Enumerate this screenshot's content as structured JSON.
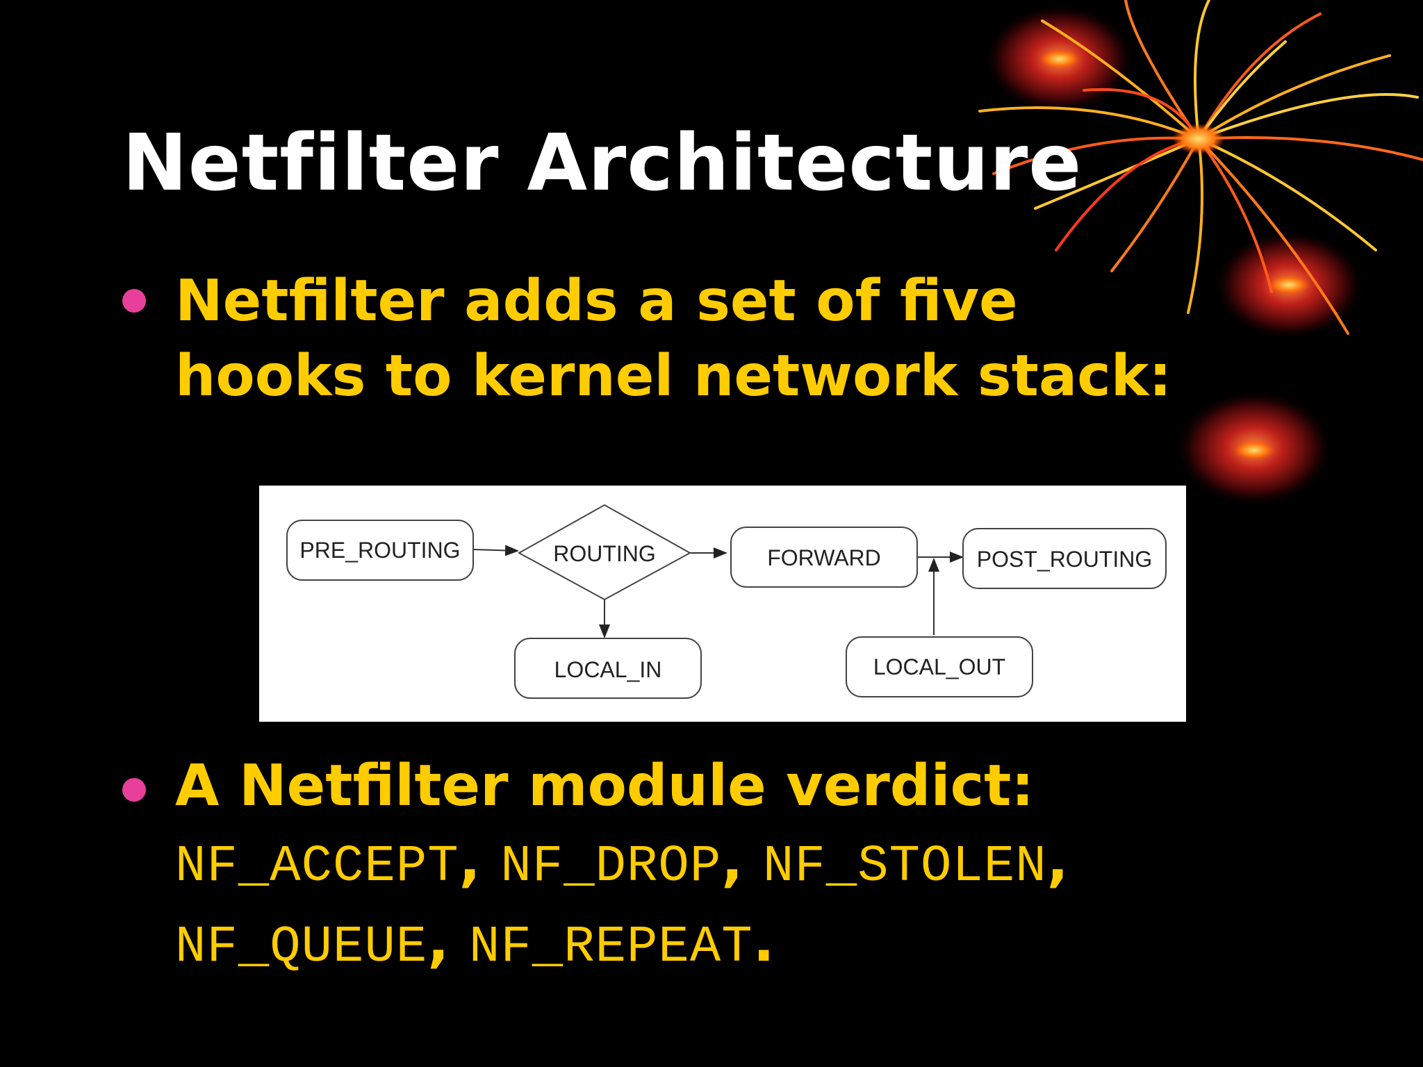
{
  "slide": {
    "title": "Netfilter Architecture",
    "bullets": [
      {
        "lines": [
          "Netfilter adds a set of five",
          "hooks to kernel network stack:"
        ]
      },
      {
        "heading": "A Netfilter module verdict:",
        "verdicts": [
          "NF_ACCEPT",
          "NF_DROP",
          "NF_STOLEN",
          "NF_QUEUE",
          "NF_REPEAT"
        ],
        "separators": [
          ",",
          ",",
          ",",
          ",",
          "."
        ]
      }
    ],
    "colors": {
      "background": "#000000",
      "title": "#ffffff",
      "body": "#ffcc00",
      "bullet": "#e8409a"
    }
  },
  "diagram": {
    "nodes": {
      "pre_routing": "PRE_ROUTING",
      "routing": "ROUTING",
      "forward": "FORWARD",
      "post_routing": "POST_ROUTING",
      "local_in": "LOCAL_IN",
      "local_out": "LOCAL_OUT"
    }
  }
}
